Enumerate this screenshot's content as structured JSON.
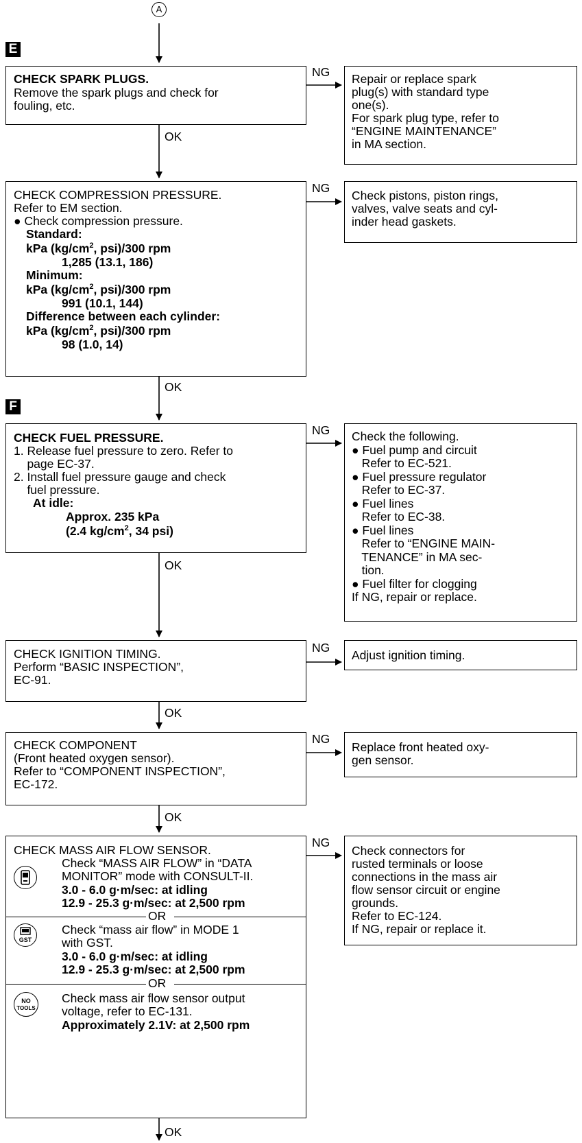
{
  "connector_top": "A",
  "markers": {
    "e": "E",
    "f": "F"
  },
  "labels": {
    "ng": "NG",
    "ok": "OK"
  },
  "steps": [
    {
      "id": "spark",
      "title": "CHECK SPARK PLUGS.",
      "lines": [
        "Remove the spark plugs and check for",
        "fouling, etc."
      ],
      "ng_action": [
        "Repair or replace spark",
        "plug(s) with standard type",
        "one(s).",
        "For spark plug type, refer to",
        "“ENGINE MAINTENANCE”",
        "in MA section."
      ]
    },
    {
      "id": "compression",
      "title": "CHECK COMPRESSION PRESSURE.",
      "lines": [
        "Refer to EM section.",
        "● Check compression pressure."
      ],
      "spec": {
        "standard_label": "Standard:",
        "unit_prefix": "kPa (kg/cm",
        "unit_sup": "2",
        "unit_suffix": ", psi)/300 rpm",
        "standard_value": "1,285 (13.1, 186)",
        "minimum_label": "Minimum:",
        "minimum_value": "991 (10.1, 144)",
        "diff_label": "Difference between each cylinder:",
        "diff_value": "98 (1.0, 14)"
      },
      "ng_action": [
        "Check pistons, piston rings,",
        "valves, valve seats and cyl-",
        "inder head gaskets."
      ]
    },
    {
      "id": "fuel",
      "title": "CHECK FUEL PRESSURE.",
      "lines": [
        "1. Release fuel pressure to zero. Refer to",
        "    page EC-37.",
        "2. Install fuel pressure gauge and check",
        "    fuel pressure."
      ],
      "spec": {
        "idle_label": "At idle:",
        "approx": "Approx. 235 kPa",
        "approx2_prefix": "(2.4 kg/cm",
        "approx2_sup": "2",
        "approx2_suffix": ", 34 psi)"
      },
      "ng_action": [
        "Check the following.",
        "● Fuel pump and circuit",
        "   Refer to EC-521.",
        "● Fuel pressure regulator",
        "   Refer to EC-37.",
        "● Fuel lines",
        "   Refer to EC-38.",
        "● Fuel lines",
        "   Refer to “ENGINE MAIN-",
        "   TENANCE” in MA sec-",
        "   tion.",
        "● Fuel filter for clogging",
        "If NG, repair or replace."
      ]
    },
    {
      "id": "ignition",
      "title": "CHECK IGNITION TIMING.",
      "lines": [
        "Perform “BASIC INSPECTION”,",
        "EC-91."
      ],
      "ng_action": [
        "Adjust ignition timing."
      ]
    },
    {
      "id": "component",
      "title": "CHECK COMPONENT",
      "lines": [
        "(Front heated oxygen sensor).",
        "Refer to “COMPONENT INSPECTION”,",
        "EC-172."
      ],
      "ng_action": [
        "Replace front heated oxy-",
        "gen sensor."
      ]
    },
    {
      "id": "maf",
      "title": "CHECK MASS AIR FLOW SENSOR.",
      "methods": [
        {
          "lines": [
            "Check “MASS AIR FLOW” in “DATA",
            "MONITOR” mode with CONSULT-II."
          ],
          "bold": [
            "3.0 - 6.0 g·m/sec: at idling",
            "12.9 - 25.3 g·m/sec: at 2,500 rpm"
          ]
        },
        {
          "icon_text": "GST",
          "lines": [
            "Check “mass air flow” in MODE 1",
            "with GST."
          ],
          "bold": [
            "3.0 - 6.0 g·m/sec: at idling",
            "12.9 - 25.3 g·m/sec: at 2,500 rpm"
          ]
        },
        {
          "icon_text_1": "NO",
          "icon_text_2": "TOOLS",
          "lines": [
            "Check mass air flow sensor output",
            "voltage, refer to EC-131."
          ],
          "bold": [
            "Approximately 2.1V: at 2,500 rpm"
          ]
        }
      ],
      "or_label": "OR",
      "ng_action": [
        "Check connectors for",
        "rusted terminals or loose",
        "connections in the mass air",
        "flow sensor circuit or engine",
        "grounds.",
        "Refer to EC-124.",
        "If NG, repair or replace it."
      ]
    }
  ]
}
